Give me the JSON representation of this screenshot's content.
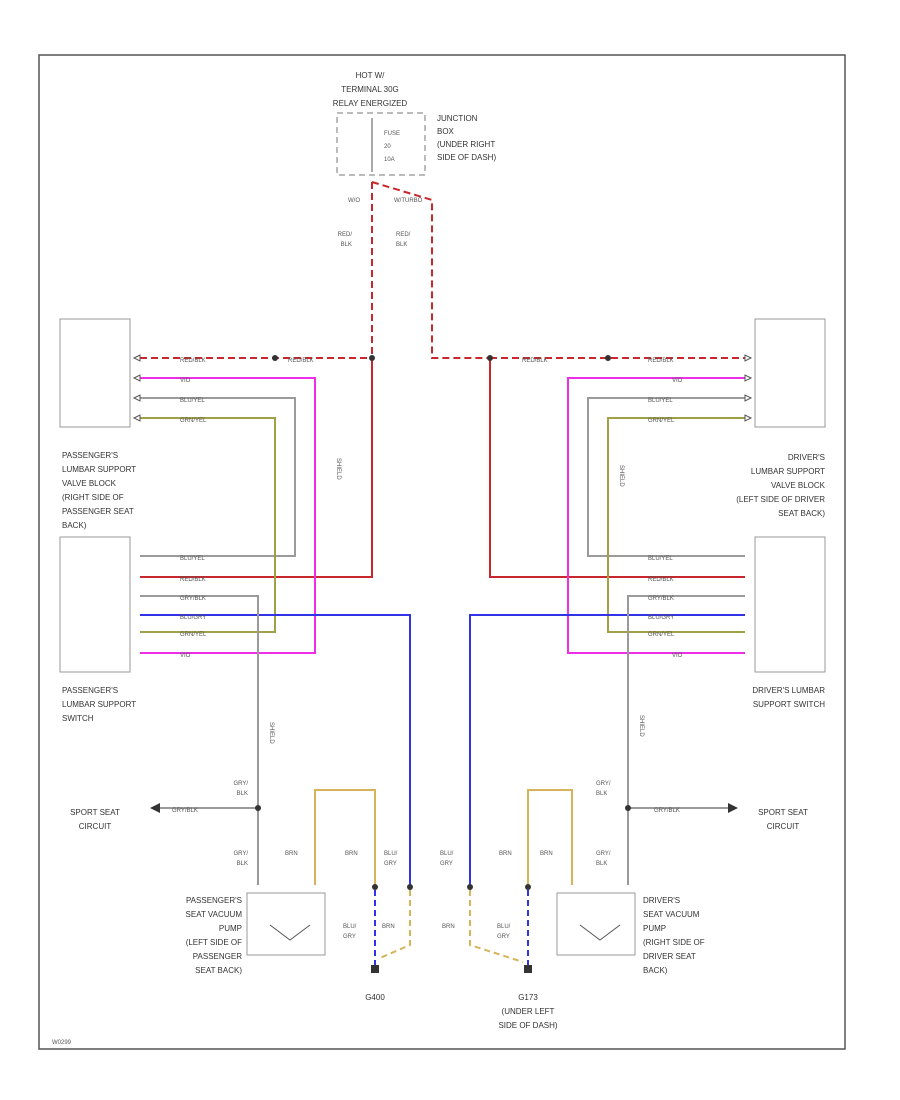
{
  "diagram": {
    "code": "W0299",
    "power": {
      "hot_line1": "HOT W/",
      "hot_line2": "TERMINAL 30G",
      "hot_line3": "RELAY ENERGIZED",
      "fuse_line1": "FUSE",
      "fuse_line2": "20",
      "fuse_line3": "10A",
      "junction_line1": "JUNCTION",
      "junction_line2": "BOX",
      "junction_line3": "(UNDER RIGHT",
      "junction_line4": "SIDE OF DASH)",
      "left_branch_label": "W/O",
      "right_branch_label": "W/TURBO"
    },
    "passenger_valve": {
      "line1": "PASSENGER'S",
      "line2": "LUMBAR SUPPORT",
      "line3": "VALVE BLOCK",
      "line4": "(RIGHT SIDE OF",
      "line5": "PASSENGER SEAT",
      "line6": "BACK)"
    },
    "driver_valve": {
      "line1": "DRIVER'S",
      "line2": "LUMBAR SUPPORT",
      "line3": "VALVE BLOCK",
      "line4": "(LEFT SIDE OF DRIVER",
      "line5": "SEAT BACK)"
    },
    "passenger_switch": {
      "line1": "PASSENGER'S",
      "line2": "LUMBAR SUPPORT",
      "line3": "SWITCH"
    },
    "driver_switch": {
      "line1": "DRIVER'S LUMBAR",
      "line2": "SUPPORT SWITCH"
    },
    "passenger_pump": {
      "line1": "PASSENGER'S",
      "line2": "SEAT VACUUM",
      "line3": "PUMP",
      "line4": "(LEFT SIDE OF",
      "line5": "PASSENGER",
      "line6": "SEAT BACK)"
    },
    "driver_pump": {
      "line1": "DRIVER'S",
      "line2": "SEAT VACUUM",
      "line3": "PUMP",
      "line4": "(RIGHT SIDE OF",
      "line5": "DRIVER SEAT",
      "line6": "BACK)"
    },
    "sport_seat_left": {
      "line1": "SPORT SEAT",
      "line2": "CIRCUIT"
    },
    "sport_seat_right": {
      "line1": "SPORT SEAT",
      "line2": "CIRCUIT"
    },
    "ground_left": {
      "line1": "G400"
    },
    "ground_right": {
      "line1": "G173",
      "line2": "(UNDER LEFT",
      "line3": "SIDE OF DASH)"
    },
    "wires": {
      "red_blk": "RED/BLK",
      "red_blk_split1": "RED/",
      "red_blk_split2": "BLK",
      "vio": "VIO",
      "blu_yel": "BLU/YEL",
      "grn_yel": "GRN/YEL",
      "gry_blk": "GRY/BLK",
      "gry_blk_split1": "GRY/",
      "gry_blk_split2": "BLK",
      "blu_gry": "BLU/GRY",
      "blu_gry_split1": "BLU/",
      "blu_gry_split2": "GRY",
      "brn": "BRN",
      "shield": "SHIELD"
    },
    "colors": {
      "red": "#c8282d",
      "violet": "#ee2ee8",
      "blue": "#3232e6",
      "tan": "#d7b45a",
      "olive": "#a0a046",
      "gray": "#9a9a9a"
    }
  }
}
